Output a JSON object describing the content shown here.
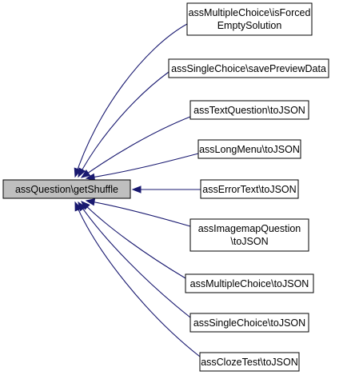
{
  "diagram": {
    "type": "call-graph",
    "focus_node": {
      "id": "getShuffle",
      "label": "assQuestion\\getShuffle"
    },
    "nodes": [
      {
        "id": "mc_isForced",
        "lines": [
          "assMultipleChoice\\isForced",
          "EmptySolution"
        ]
      },
      {
        "id": "sc_savePreview",
        "lines": [
          "assSingleChoice\\savePreviewData"
        ]
      },
      {
        "id": "text_toJSON",
        "lines": [
          "assTextQuestion\\toJSON"
        ]
      },
      {
        "id": "longmenu_toJSON",
        "lines": [
          "assLongMenu\\toJSON"
        ]
      },
      {
        "id": "errortext_toJSON",
        "lines": [
          "assErrorText\\toJSON"
        ]
      },
      {
        "id": "imagemap_toJSON",
        "lines": [
          "assImagemapQuestion",
          "\\toJSON"
        ]
      },
      {
        "id": "mc_toJSON",
        "lines": [
          "assMultipleChoice\\toJSON"
        ]
      },
      {
        "id": "sc_toJSON",
        "lines": [
          "assSingleChoice\\toJSON"
        ]
      },
      {
        "id": "cloze_toJSON",
        "lines": [
          "assClozeTest\\toJSON"
        ]
      }
    ],
    "edges": [
      {
        "from": "mc_isForced",
        "to": "getShuffle"
      },
      {
        "from": "sc_savePreview",
        "to": "getShuffle"
      },
      {
        "from": "text_toJSON",
        "to": "getShuffle"
      },
      {
        "from": "longmenu_toJSON",
        "to": "getShuffle"
      },
      {
        "from": "errortext_toJSON",
        "to": "getShuffle"
      },
      {
        "from": "imagemap_toJSON",
        "to": "getShuffle"
      },
      {
        "from": "mc_toJSON",
        "to": "getShuffle"
      },
      {
        "from": "sc_toJSON",
        "to": "getShuffle"
      },
      {
        "from": "cloze_toJSON",
        "to": "getShuffle"
      }
    ],
    "colors": {
      "edge": "#191970",
      "focus_fill": "#bfbfbf",
      "node_fill": "#ffffff",
      "border": "#000000"
    }
  }
}
